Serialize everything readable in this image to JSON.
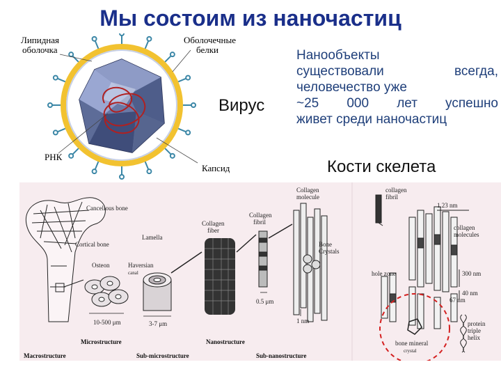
{
  "title": "Мы состоим из наночастиц",
  "virus": {
    "caption": "Вирус",
    "labels": {
      "lipid_1": "Липидная",
      "lipid_2": "оболочка",
      "proteins_1": "Оболочечные",
      "proteins_2": "белки",
      "rna": "РНК",
      "capsid": "Капсид"
    }
  },
  "description": {
    "lines": [
      "Нанообъекты",
      "существовали всегда,",
      "человечество уже",
      "~25 000 лет успешно",
      "живет среди наночастиц"
    ]
  },
  "bones": {
    "caption": "Кости скелета",
    "labels": {
      "cancellous": "Cancellous bone",
      "cortical": "Cortical bone",
      "osteon": "Osteon",
      "lamella": "Lamella",
      "haversian": "Haversian",
      "canal": "canal",
      "collagen_fiber_1": "Collagen",
      "collagen_fiber_2": "fiber",
      "collagen_fibril_1": "Collagen",
      "collagen_fibril_2": "fibril",
      "collagen_molecule_1": "Collagen",
      "collagen_molecule_2": "molecule",
      "bone_crystals_1": "Bone",
      "bone_crystals_2": "Crystals",
      "scale_osteon": "10-500 μm",
      "scale_lamella": "3-7 μm",
      "scale_fibril": "0.5 μm",
      "scale_molecule": "1 nm",
      "microstructure": "Microstructure",
      "nanostructure": "Nanostructure",
      "macrostructure": "Macrostructure",
      "sub_microstructure": "Sub-microstructure",
      "sub_nanostructure": "Sub-nanostructure",
      "r_collagen_fibril_1": "collagen",
      "r_collagen_fibril_2": "fibril",
      "r_123": "1.23 nm",
      "r_collagen_molecules_1": "collagen",
      "r_collagen_molecules_2": "molecules",
      "r_hole_zone": "hole zone",
      "r_300": "300 nm",
      "r_40": "40 nm",
      "r_67": "67 nm",
      "r_protein_1": "protein",
      "r_protein_2": "triple",
      "r_protein_3": "helix",
      "r_mineral_1": "bone mineral",
      "r_mineral_2": "crystal"
    }
  },
  "colors": {
    "title": "#1a2f8a",
    "description": "#1f3f7a",
    "envelope": "#f2c230",
    "capsid": "#5f6f9a",
    "rna": "#b02020",
    "panel_bg": "#f7ecef",
    "highlight": "#d42020"
  }
}
